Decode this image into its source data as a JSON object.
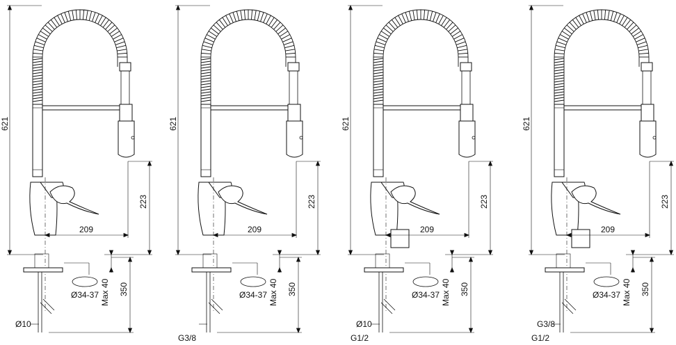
{
  "views": [
    {
      "height": "621",
      "spout": "223",
      "reach": "209",
      "under": "350",
      "hole": "Ø34-37",
      "deck": "Max 40",
      "hose": "Ø10",
      "conn": ""
    },
    {
      "height": "621",
      "spout": "223",
      "reach": "209",
      "under": "350",
      "hole": "Ø34-37",
      "deck": "Max 40",
      "hose": "",
      "conn": "G3/8"
    },
    {
      "height": "621",
      "spout": "223",
      "reach": "209",
      "under": "350",
      "hole": "Ø34-37",
      "deck": "Max 40",
      "hose": "Ø10",
      "conn": "G1/2"
    },
    {
      "height": "621",
      "spout": "223",
      "reach": "209",
      "under": "350",
      "hole": "Ø34-37",
      "deck": "Max 40",
      "hose": "G3/8",
      "conn": "G1/2"
    }
  ]
}
